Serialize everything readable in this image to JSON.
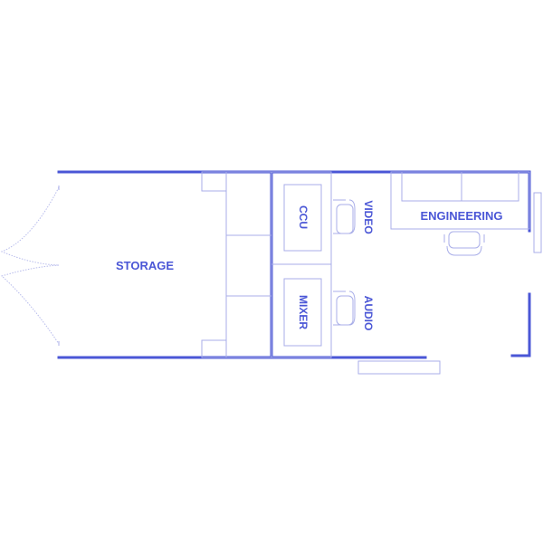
{
  "plan": {
    "rooms": {
      "storage": "STORAGE",
      "engineering": "ENGINEERING",
      "ccu": "CCU",
      "mixer": "MIXER",
      "video": "VIDEO",
      "audio": "AUDIO"
    },
    "colors": {
      "wall": "#4a56d6",
      "fixture": "#a9aee8",
      "text": "#4a56d6"
    }
  }
}
